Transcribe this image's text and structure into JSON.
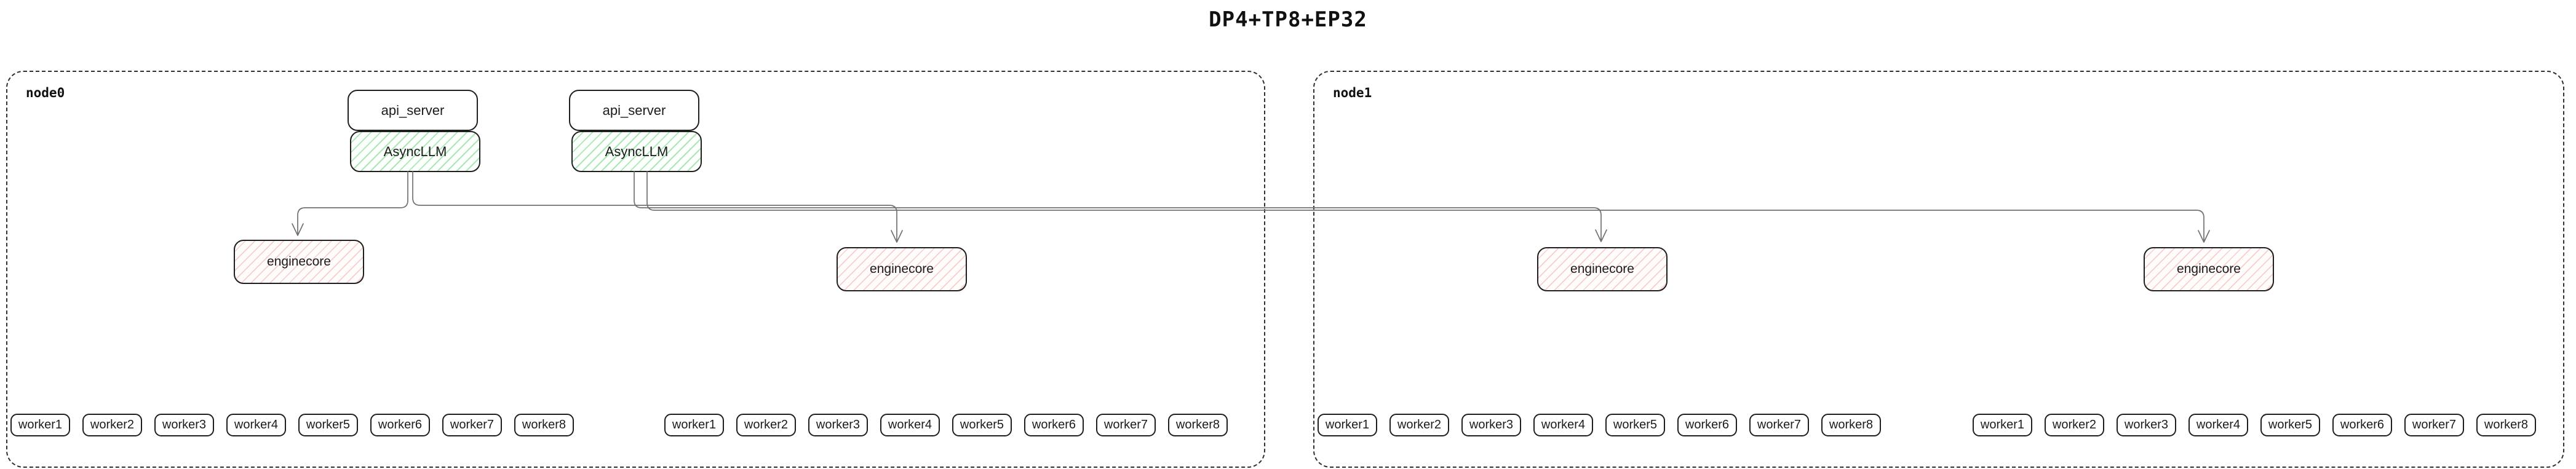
{
  "title": "DP4+TP8+EP32",
  "colors": {
    "background": "#ffffff",
    "box_border": "#1e1e1e",
    "node_border_dashed": "#2f2f2f",
    "asyncllm_hatch_green": "#b2f2bb",
    "enginecore_hatch_red": "#ffc9c9",
    "edge_line": "#707070"
  },
  "nodes": [
    {
      "label": "node0",
      "api_stacks": [
        {
          "api_server_label": "api_server",
          "asyncllm_label": "AsyncLLM"
        },
        {
          "api_server_label": "api_server",
          "asyncllm_label": "AsyncLLM"
        }
      ],
      "enginecores": [
        {
          "label": "enginecore"
        },
        {
          "label": "enginecore"
        }
      ],
      "worker_groups": [
        {
          "workers": [
            "worker1",
            "worker2",
            "worker3",
            "worker4",
            "worker5",
            "worker6",
            "worker7",
            "worker8"
          ]
        },
        {
          "workers": [
            "worker1",
            "worker2",
            "worker3",
            "worker4",
            "worker5",
            "worker6",
            "worker7",
            "worker8"
          ]
        }
      ]
    },
    {
      "label": "node1",
      "api_stacks": [],
      "enginecores": [
        {
          "label": "enginecore"
        },
        {
          "label": "enginecore"
        }
      ],
      "worker_groups": [
        {
          "workers": [
            "worker1",
            "worker2",
            "worker3",
            "worker4",
            "worker5",
            "worker6",
            "worker7",
            "worker8"
          ]
        },
        {
          "workers": [
            "worker1",
            "worker2",
            "worker3",
            "worker4",
            "worker5",
            "worker6",
            "worker7",
            "worker8"
          ]
        }
      ]
    }
  ],
  "edges": [
    {
      "from": "node0 AsyncLLM 1",
      "to": "node0 enginecore 1"
    },
    {
      "from": "node0 AsyncLLM 1",
      "to": "node0 enginecore 2"
    },
    {
      "from": "node0 AsyncLLM 2",
      "to": "node1 enginecore 1"
    },
    {
      "from": "node0 AsyncLLM 2",
      "to": "node1 enginecore 2"
    }
  ]
}
